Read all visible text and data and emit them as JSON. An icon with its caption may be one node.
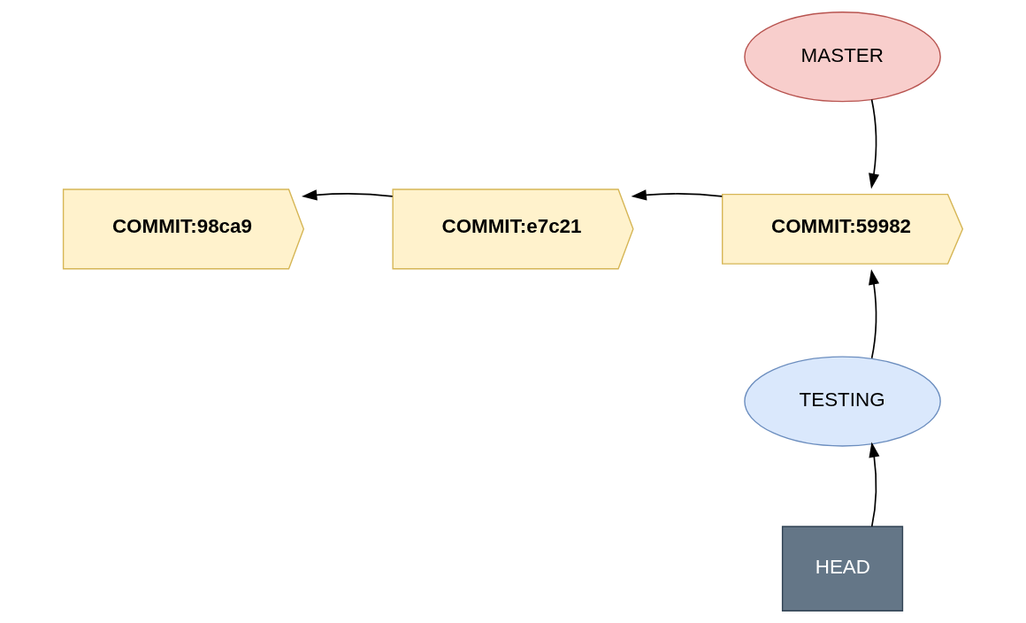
{
  "diagram": {
    "nodes": [
      {
        "text": [
          "MASTER"
        ]
      },
      {
        "text": [
          "COMMIT:98ca9"
        ]
      },
      {
        "text": [
          "COMMIT:e7c21"
        ]
      },
      {
        "text": [
          "COMMIT:59982"
        ]
      },
      {
        "text": [
          "TESTING"
        ]
      },
      {
        "text": [
          "HEAD"
        ]
      }
    ],
    "edges": [
      {
        "from": 0,
        "to": 3,
        "arrow": "to"
      },
      {
        "from": 3,
        "to": 2,
        "arrow": "to"
      },
      {
        "from": 2,
        "to": 1,
        "arrow": "to"
      },
      {
        "from": 4,
        "to": 3,
        "arrow": "to"
      },
      {
        "from": 5,
        "to": 4,
        "arrow": "to"
      }
    ]
  }
}
